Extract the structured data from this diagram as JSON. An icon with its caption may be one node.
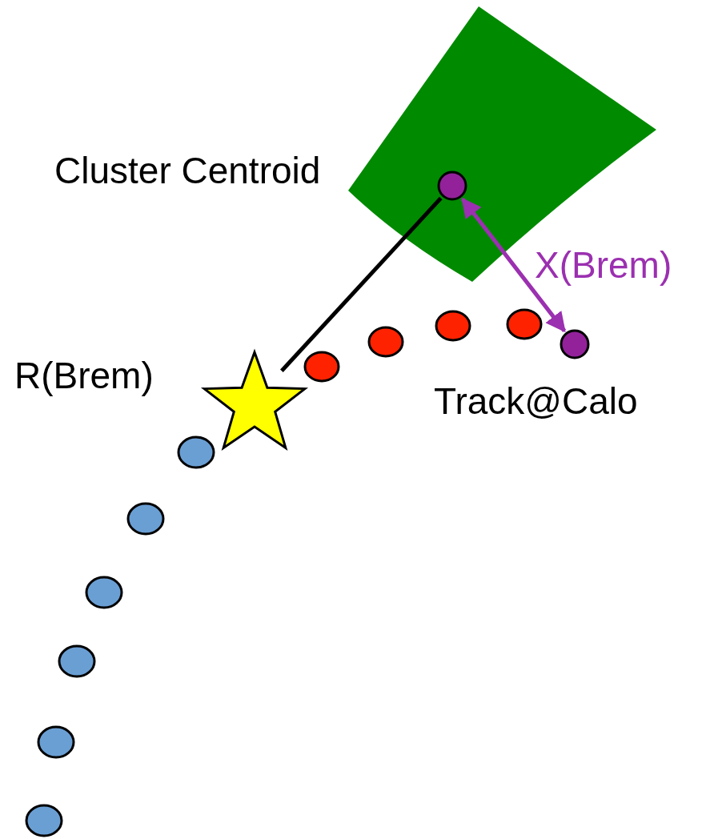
{
  "diagram": {
    "nodes": [
      {
        "text": [],
        "shape": "circle",
        "beside": [
          "Cluster Centroid"
        ]
      },
      {
        "text": [],
        "shape": "star",
        "beside": [
          "R(Brem)"
        ]
      },
      {
        "text": [],
        "shape": "circle",
        "beside": [
          "Track@Calo"
        ]
      }
    ],
    "edges": [
      {
        "from": 1,
        "to": 0,
        "arrow": "none"
      },
      {
        "from": 0,
        "to": 2,
        "arrow": "both",
        "label": "X(Brem)",
        "color": "#9b30b0"
      }
    ]
  }
}
